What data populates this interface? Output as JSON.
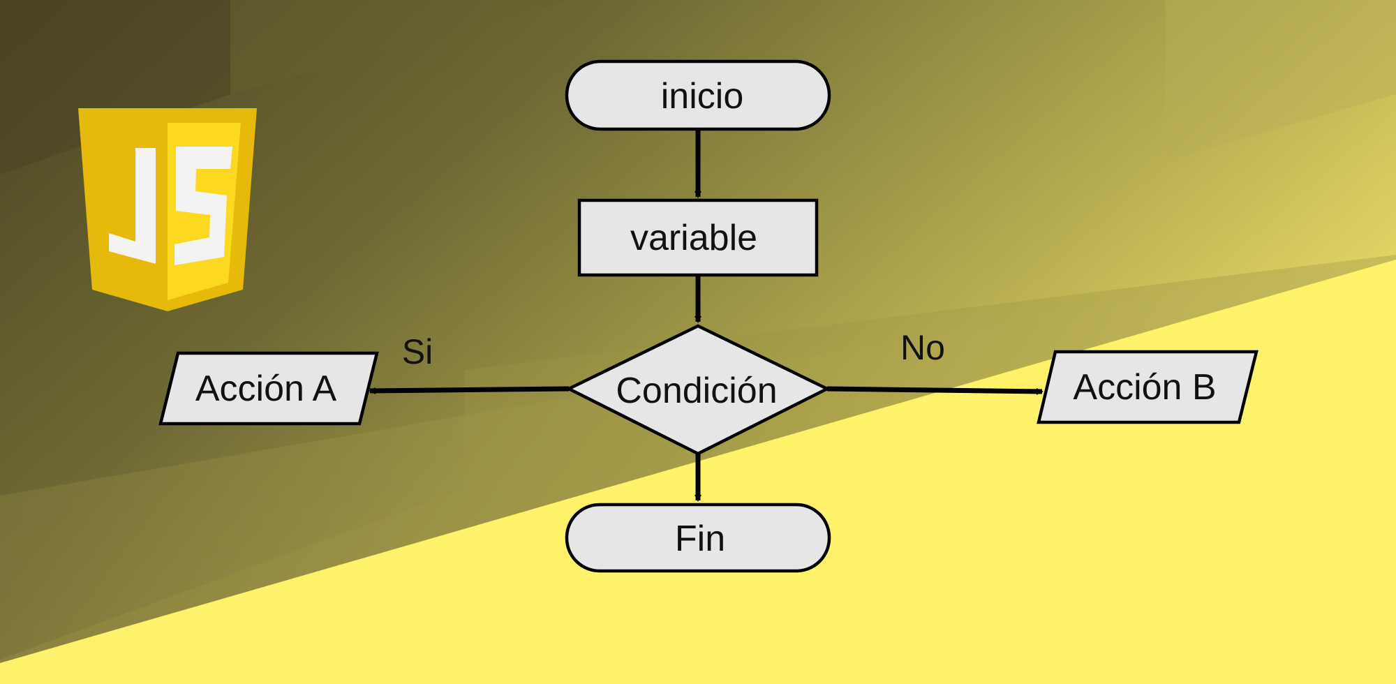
{
  "diagram": {
    "nodes": {
      "start": {
        "label": "inicio",
        "shape": "terminator"
      },
      "variable": {
        "label": "variable",
        "shape": "process"
      },
      "condition": {
        "label": "Condición",
        "shape": "decision"
      },
      "action_a": {
        "label": "Acción A",
        "shape": "data"
      },
      "action_b": {
        "label": "Acción B",
        "shape": "data"
      },
      "end": {
        "label": "Fin",
        "shape": "terminator"
      }
    },
    "edges": [
      {
        "from": "start",
        "to": "variable",
        "label": ""
      },
      {
        "from": "variable",
        "to": "condition",
        "label": ""
      },
      {
        "from": "condition",
        "to": "action_a",
        "label": "Si"
      },
      {
        "from": "condition",
        "to": "action_b",
        "label": "No"
      },
      {
        "from": "condition",
        "to": "end",
        "label": ""
      }
    ]
  },
  "logo": {
    "text": "JS",
    "colors": {
      "dark": "#e6b90a",
      "light": "#fdd821",
      "letters": "#f3f3f3"
    }
  },
  "colors": {
    "node_fill": "#e6e6e6",
    "stroke": "#000000",
    "bg_dark": "#4a4423",
    "bg_mid": "#9a9142",
    "bg_light": "#fff26b"
  }
}
